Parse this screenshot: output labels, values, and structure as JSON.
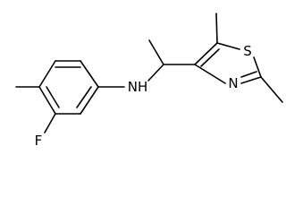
{
  "structure": {
    "atom_labels": {
      "fluorine": "F",
      "amine": "NH",
      "sulfur": "S",
      "nitrogen": "N"
    }
  }
}
